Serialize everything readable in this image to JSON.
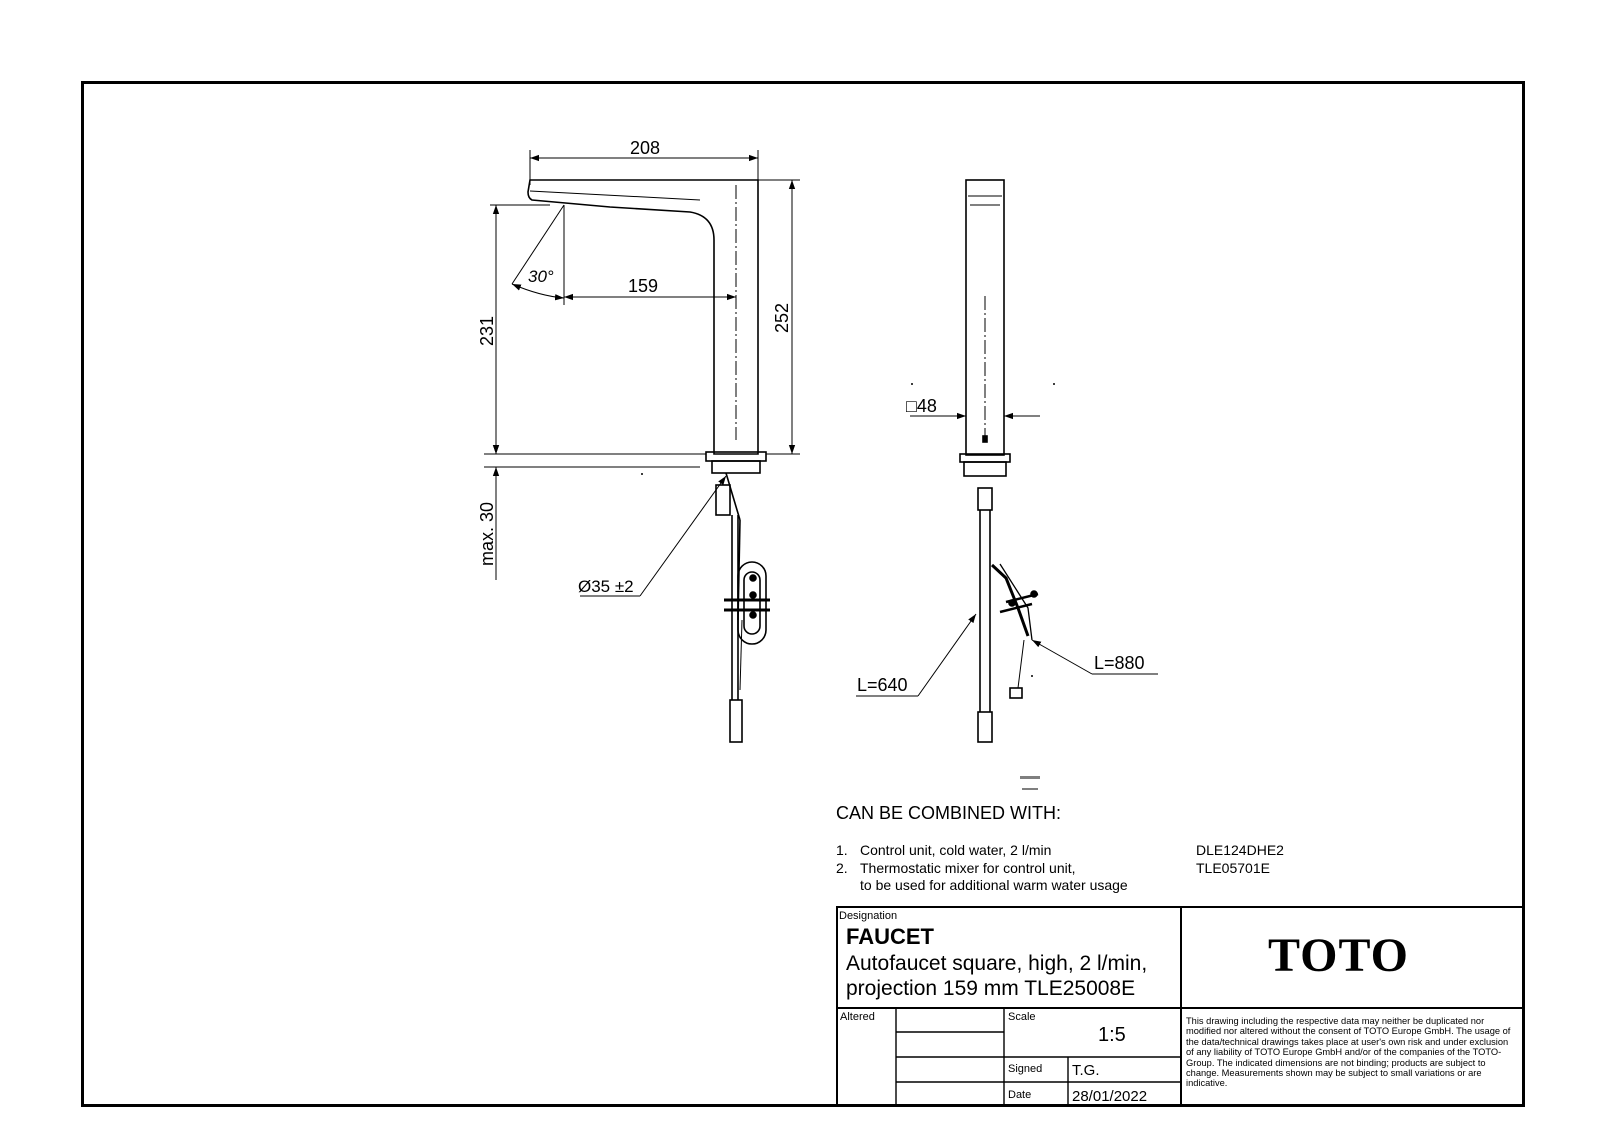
{
  "dimensions": {
    "width_top": "208",
    "height_total": "252",
    "height_spout": "231",
    "projection": "159",
    "angle": "30°",
    "max_deck": "max. 30",
    "hole_dia": "Ø35 ±2",
    "square": "□48",
    "cable_l640": "L=640",
    "cable_l880": "L=880"
  },
  "combined": {
    "title": "CAN BE COMBINED WITH:",
    "items": [
      {
        "num": "1.",
        "text": "Control unit, cold water, 2 l/min",
        "code": "DLE124DHE2"
      },
      {
        "num": "2.",
        "text": "Thermostatic mixer for control unit,",
        "text2": "to be used for additional warm water usage",
        "code": "TLE05701E"
      }
    ]
  },
  "titleblock": {
    "designation_label": "Designation",
    "product": "FAUCET",
    "desc_line1": "Autofaucet square, high, 2 l/min,",
    "desc_line2": "projection 159 mm TLE25008E",
    "logo": "TOTO",
    "altered_label": "Altered",
    "scale_label": "Scale",
    "scale_value": "1:5",
    "signed_label": "Signed",
    "signed_value": "T.G.",
    "date_label": "Date",
    "date_value": "28/01/2022",
    "disclaimer": "This drawing including the respective data may neither be duplicated nor modified nor altered without the consent of TOTO Europe GmbH. The usage of the data/technical drawings takes place at user's own risk and under exclusion of any liability of TOTO Europe GmbH and/or of the companies of the TOTO-Group. The indicated dimensions are not binding; products are subject to change. Measurements shown may be subject to small variations or are indicative."
  }
}
